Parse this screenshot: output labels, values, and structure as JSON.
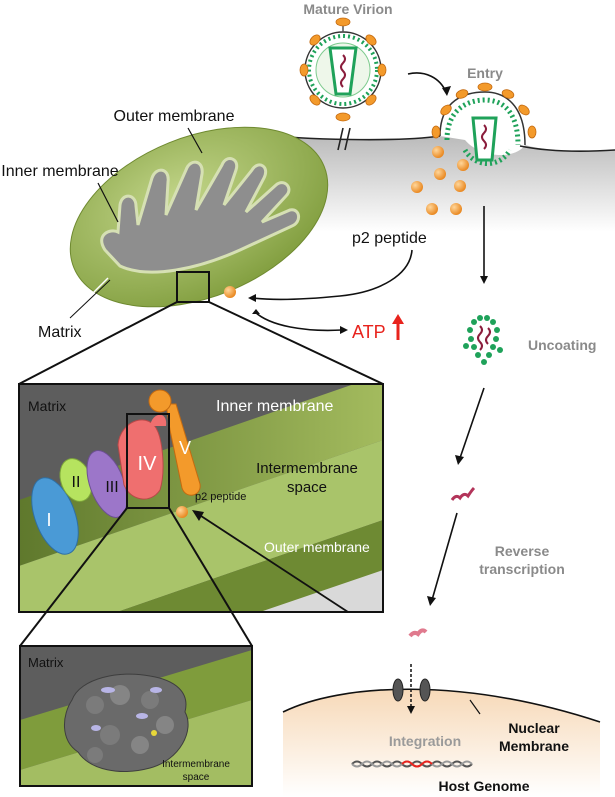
{
  "virus": {
    "mature_virion": "Mature Virion",
    "entry": "Entry",
    "uncoating": "Uncoating",
    "reverse_transcription_line1": "Reverse",
    "reverse_transcription_line2": "transcription",
    "integration": "Integration",
    "nuclear_membrane_line1": "Nuclear",
    "nuclear_membrane_line2": "Membrane",
    "host_genome": "Host Genome"
  },
  "mitochondrion": {
    "outer_membrane": "Outer membrane",
    "inner_membrane": "Inner membrane",
    "matrix": "Matrix",
    "p2_peptide": "p2 peptide",
    "atp": "ATP"
  },
  "inset_complexes": {
    "matrix": "Matrix",
    "inner_membrane": "Inner membrane",
    "intermembrane_line1": "Intermembrane",
    "intermembrane_line2": "space",
    "outer_membrane": "Outer membrane",
    "p2_peptide": "p2 peptide",
    "complex_labels": [
      "I",
      "II",
      "III",
      "IV",
      "V"
    ]
  },
  "inset_structure": {
    "matrix": "Matrix",
    "intermembrane_line1": "Intermembrane",
    "intermembrane_line2": "space"
  },
  "colors": {
    "peptide_orange": "#f39a2b",
    "atp_red": "#e8231d",
    "virion_green": "#1fa25a",
    "membrane_green": "#8ea94a",
    "label_gray": "#8a8a8a"
  }
}
